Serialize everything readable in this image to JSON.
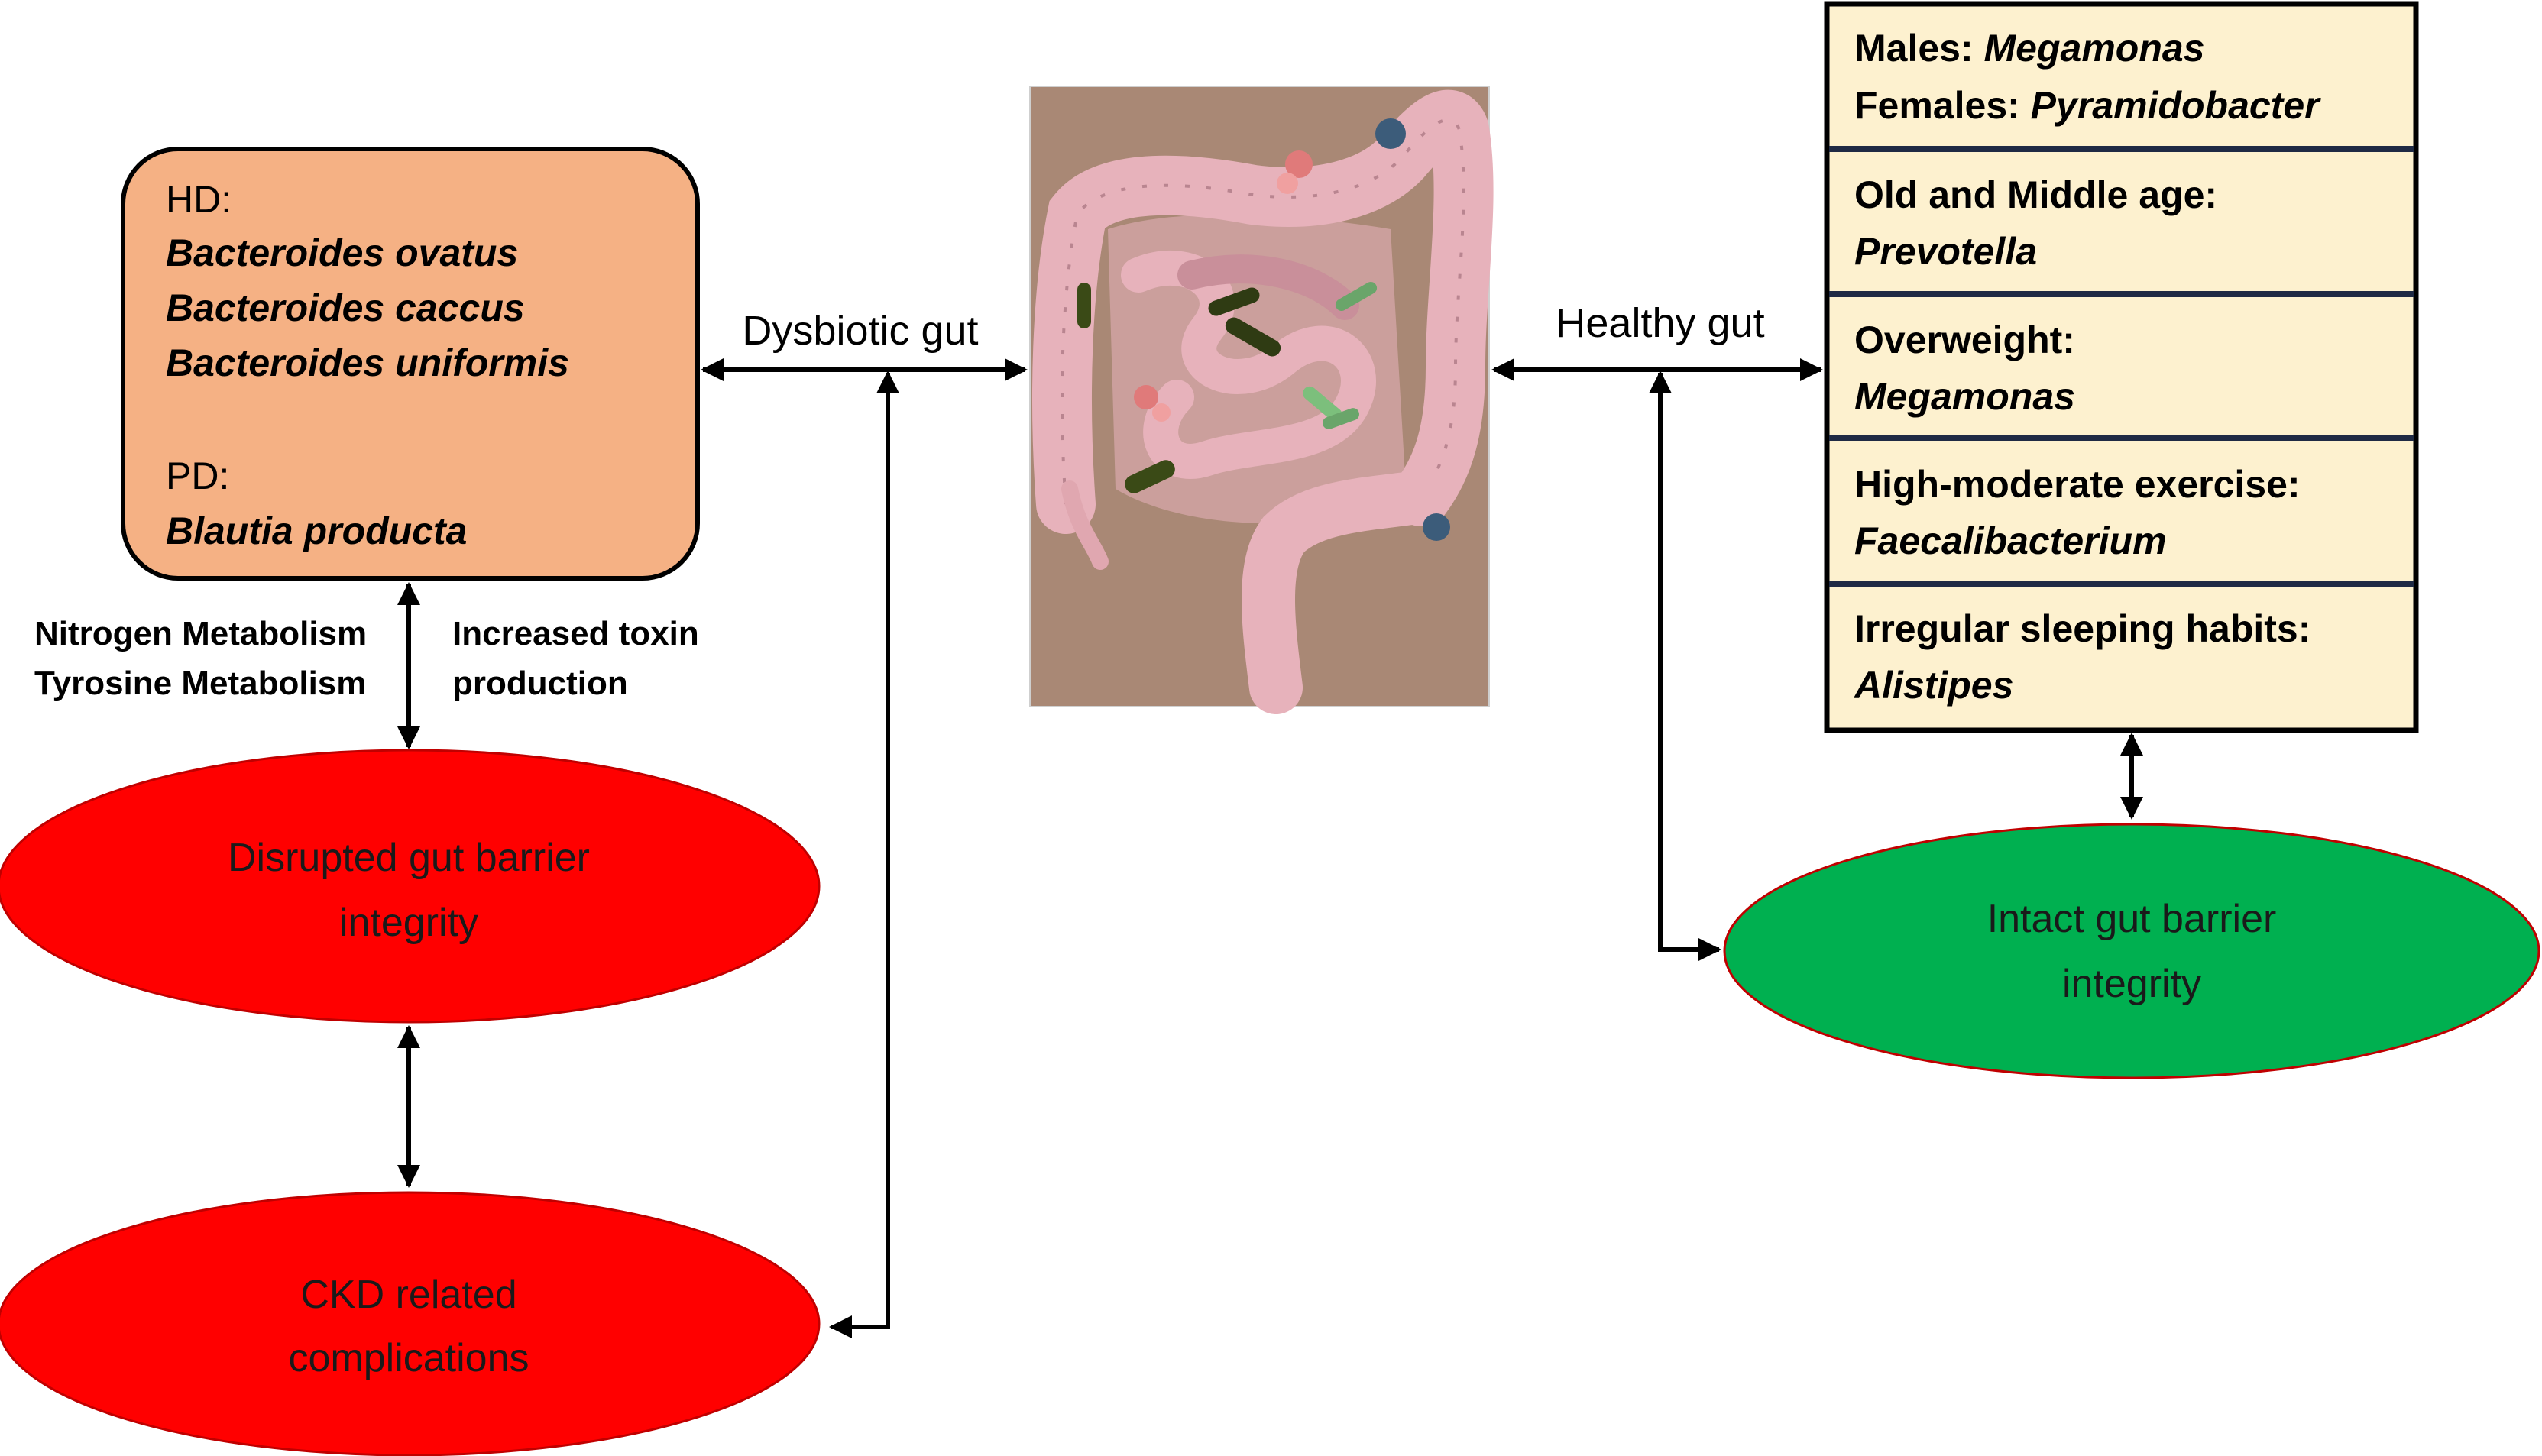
{
  "hd_box": {
    "hd_label": "HD:",
    "hd_species": [
      "Bacteroides ovatus",
      "Bacteroides caccus",
      "Bacteroides uniformis"
    ],
    "pd_label": "PD:",
    "pd_species": [
      "Blautia producta"
    ],
    "fill": "#f5b184"
  },
  "metabolism": [
    "Nitrogen Metabolism",
    "Tyrosine  Metabolism"
  ],
  "toxin": [
    "Increased toxin",
    "production"
  ],
  "dysbiotic_label": "Dysbiotic gut",
  "healthy_label": "Healthy gut",
  "disrupted": {
    "lines": [
      "Disrupted gut barrier",
      "integrity"
    ],
    "fill": "#ff0000"
  },
  "ckd": {
    "lines": [
      "CKD related",
      "complications"
    ],
    "fill": "#ff0000"
  },
  "intact": {
    "lines": [
      "Intact gut barrier",
      "integrity"
    ],
    "fill": "#00b050"
  },
  "factors": {
    "fill": "#fdf1cf",
    "items": [
      {
        "lines": [
          [
            {
              "t": "Males: ",
              "i": false
            },
            {
              "t": "Megamonas",
              "i": true
            }
          ],
          [
            {
              "t": "Females: ",
              "i": false
            },
            {
              "t": "Pyramidobacter",
              "i": true
            }
          ]
        ]
      },
      {
        "lines": [
          [
            {
              "t": "Old and Middle age:",
              "i": false
            }
          ],
          [
            {
              "t": "Prevotella",
              "i": true
            }
          ]
        ]
      },
      {
        "lines": [
          [
            {
              "t": "Overweight:",
              "i": false
            }
          ],
          [
            {
              "t": "Megamonas",
              "i": true
            }
          ]
        ]
      },
      {
        "lines": [
          [
            {
              "t": "High-moderate exercise:",
              "i": false
            }
          ],
          [
            {
              "t": "Faecalibacterium",
              "i": true
            }
          ]
        ]
      },
      {
        "lines": [
          [
            {
              "t": "Irregular sleeping habits:",
              "i": false
            }
          ],
          [
            {
              "t": "Alistipes",
              "i": true
            }
          ]
        ]
      }
    ]
  },
  "gut_image": {
    "icon": "intestine-illustration",
    "background": "#a98875",
    "tissue": "#e7b2bb"
  }
}
